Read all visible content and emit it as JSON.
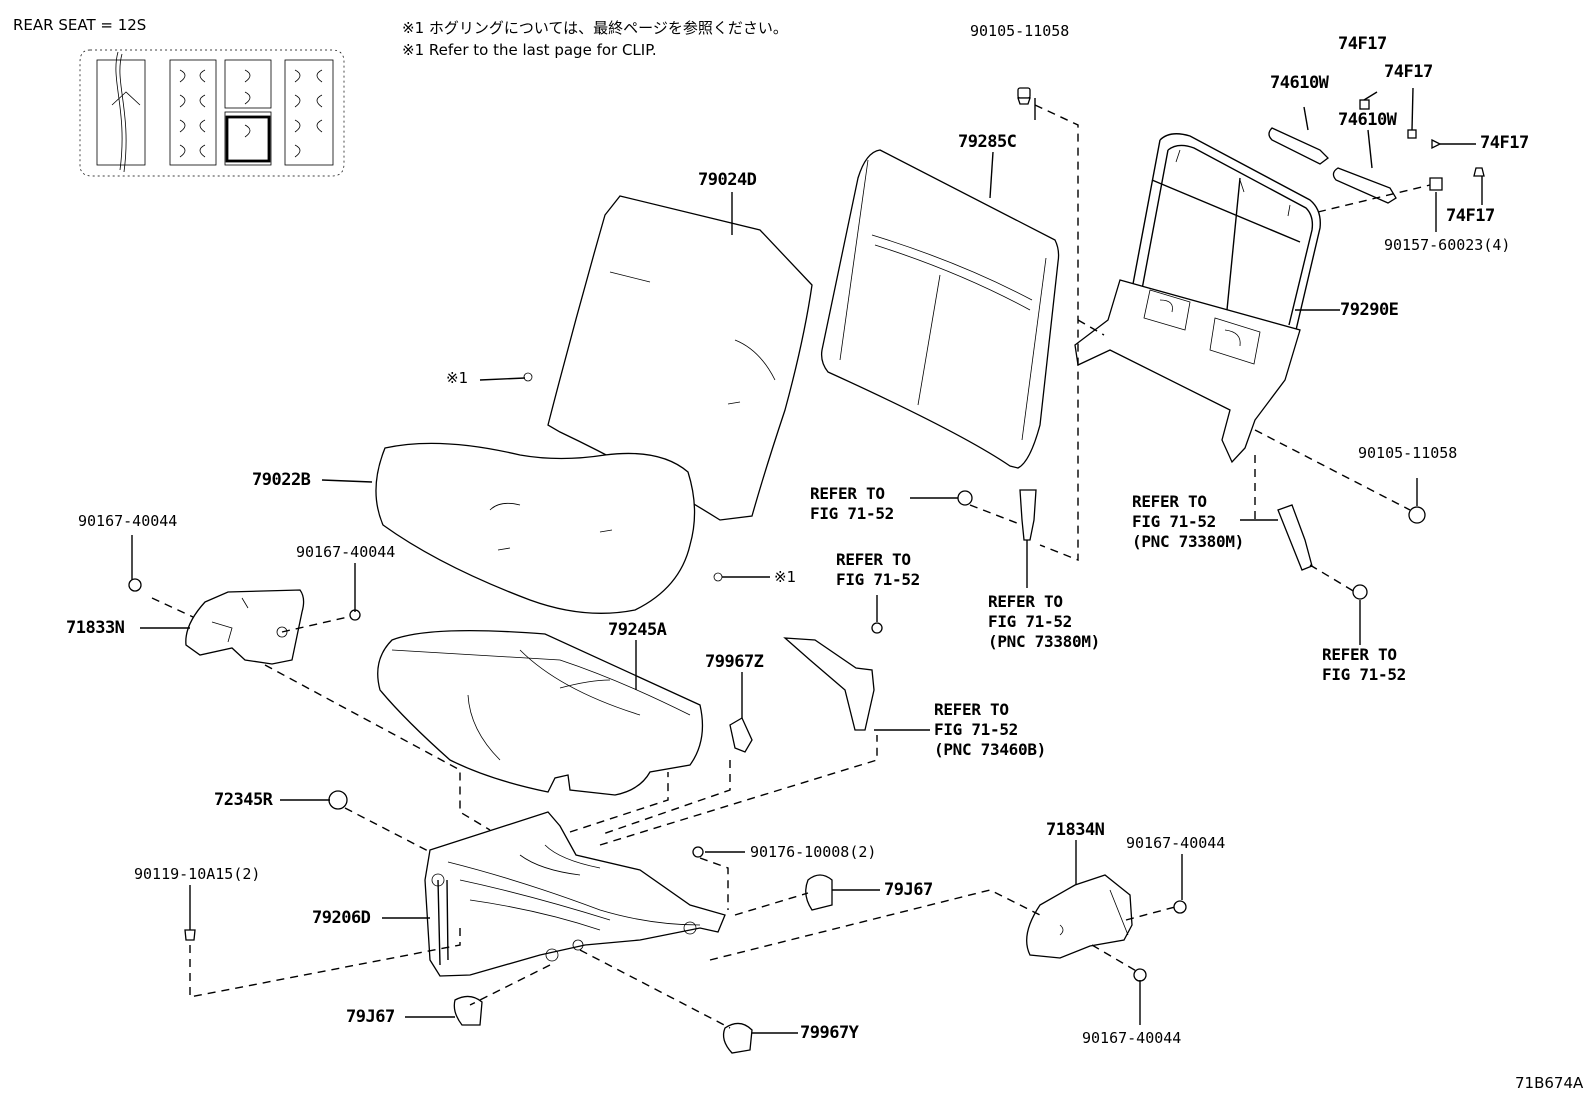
{
  "header": {
    "seat_label": "REAR SEAT = 12S",
    "note_jp": "※1 ホグリングについては、最終ページを参照ください。",
    "note_en": "※1 Refer to the last page for CLIP."
  },
  "footer": {
    "figure_id": "71B674A"
  },
  "markers": {
    "clip_left": "※1",
    "clip_right": "※1"
  },
  "parts": {
    "p90105_top": "90105-11058",
    "p74F17_a": "74F17",
    "p74F17_b": "74F17",
    "p74F17_c": "74F17",
    "p74F17_d": "74F17",
    "p74610W_a": "74610W",
    "p74610W_b": "74610W",
    "p79285C": "79285C",
    "p79024D": "79024D",
    "p90157": "90157-60023(4)",
    "p79290E": "79290E",
    "p79022B": "79022B",
    "p90105_right": "90105-11058",
    "p90167_a": "90167-40044",
    "p90167_b": "90167-40044",
    "p71833N": "71833N",
    "p79245A": "79245A",
    "p79967Z": "79967Z",
    "p72345R": "72345R",
    "p71834N": "71834N",
    "p90167_c": "90167-40044",
    "p90176": "90176-10008(2)",
    "p79J67_a": "79J67",
    "p90119": "90119-10A15(2)",
    "p79206D": "79206D",
    "p79J67_b": "79J67",
    "p79967Y": "79967Y",
    "p90167_d": "90167-40044"
  },
  "references": {
    "ref_a": "REFER TO\nFIG 71-52",
    "ref_b": "REFER TO\nFIG 71-52\n(PNC 73380M)",
    "ref_c": "REFER TO\nFIG 71-52",
    "ref_d": "REFER TO\nFIG 71-52\n(PNC 73460B)",
    "ref_e": "REFER TO\nFIG 71-52\n(PNC 73380M)",
    "ref_f": "REFER TO\nFIG 71-52"
  }
}
